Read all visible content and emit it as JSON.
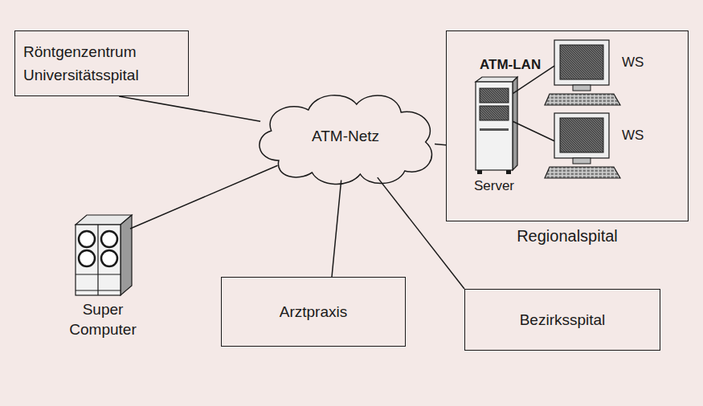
{
  "diagram": {
    "nodes": [
      {
        "text": [
          "Röntgenzentrum Universitätsspital"
        ]
      },
      {
        "text": [
          "Regionalspital"
        ]
      },
      {
        "text": [
          "Server"
        ],
        "in": 1
      },
      {
        "text": [
          "WS"
        ],
        "in": 1
      },
      {
        "text": [
          "WS"
        ],
        "in": 1
      },
      {
        "text": [
          "ATM-Netz"
        ]
      },
      {
        "text": [
          "Super Computer"
        ]
      },
      {
        "text": [
          "Bezirksspital"
        ]
      },
      {
        "text": [
          "Arztpraxis"
        ]
      }
    ],
    "edges": [
      {
        "from": 0,
        "to": 5,
        "arrow": "none"
      },
      {
        "from": 5,
        "to": 1,
        "arrow": "none"
      },
      {
        "from": 2,
        "to": 3,
        "arrow": "none"
      },
      {
        "from": 2,
        "to": 4,
        "arrow": "none"
      },
      {
        "from": 6,
        "to": 5,
        "arrow": "none"
      },
      {
        "from": 8,
        "to": 5,
        "arrow": "none"
      },
      {
        "from": 5,
        "to": 7,
        "arrow": "none"
      }
    ],
    "labels": [
      "ATM-LAN"
    ]
  }
}
